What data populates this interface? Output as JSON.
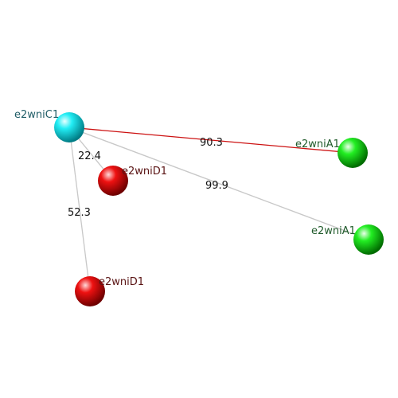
{
  "nodes": [
    {
      "id": "c1",
      "label": "e2wniC1",
      "color": "#00e5f0",
      "label_color": "#1f5c66"
    },
    {
      "id": "a1_top",
      "label": "e2wniA1",
      "color": "#11dd11",
      "label_color": "#1f5a2a"
    },
    {
      "id": "a1_bottom",
      "label": "e2wniA1",
      "color": "#11dd11",
      "label_color": "#1f5a2a"
    },
    {
      "id": "d1_top",
      "label": "e2wniD1",
      "color": "#ee0000",
      "label_color": "#5a1414"
    },
    {
      "id": "d1_bottom",
      "label": "e2wniD1",
      "color": "#ee0000",
      "label_color": "#5a1414"
    }
  ],
  "edges": [
    {
      "from": "c1",
      "to": "a1_top",
      "label": "90.3",
      "color": "#cc1111"
    },
    {
      "from": "c1",
      "to": "d1_top",
      "label": "22.4",
      "color": "#c8c8c8"
    },
    {
      "from": "c1",
      "to": "a1_bottom",
      "label": "99.9",
      "color": "#c8c8c8"
    },
    {
      "from": "c1",
      "to": "d1_bottom",
      "label": "52.3",
      "color": "#c8c8c8"
    }
  ]
}
